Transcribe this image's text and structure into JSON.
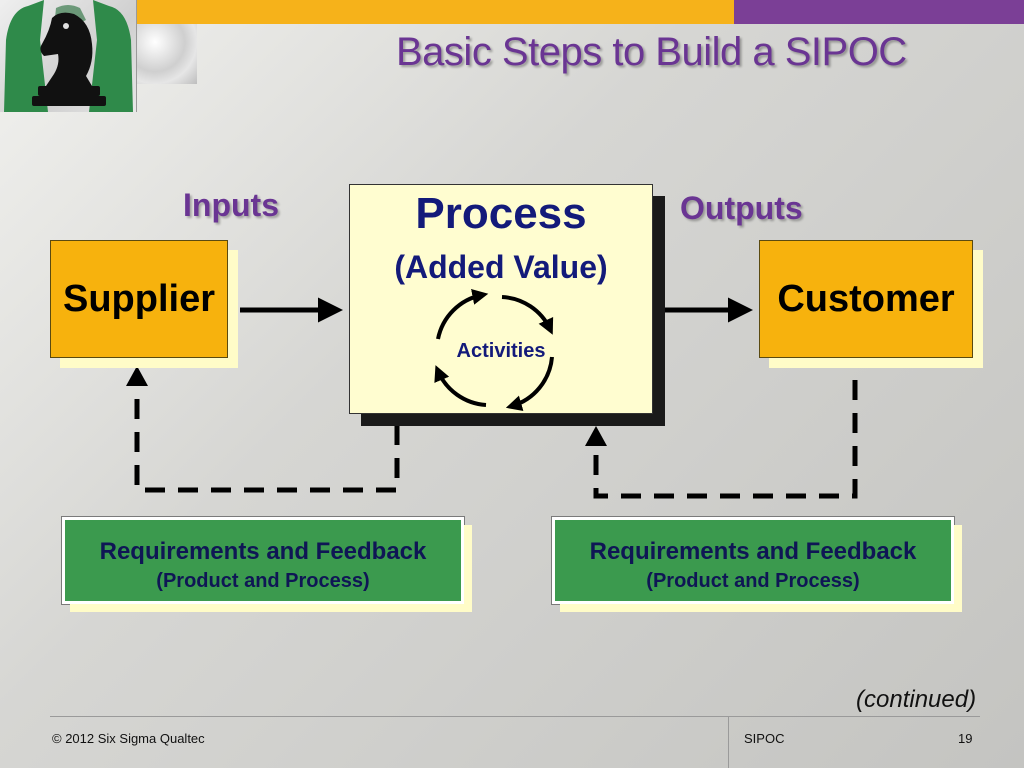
{
  "slide": {
    "title": "Basic Steps to Build a SIPOC",
    "inputs_label": "Inputs",
    "outputs_label": "Outputs",
    "supplier": "Supplier",
    "customer": "Customer",
    "process": {
      "title": "Process",
      "subtitle": "(Added Value)",
      "activities": "Activities"
    },
    "feedback_left": {
      "line1": "Requirements and Feedback",
      "line2": "(Product and Process)"
    },
    "feedback_right": {
      "line1": "Requirements and Feedback",
      "line2": "(Product and Process)"
    },
    "continued": "(continued)"
  },
  "footer": {
    "copyright": "© 2012 Six Sigma Qualtec",
    "section": "SIPOC",
    "page_number": "19"
  },
  "colors": {
    "title_purple": "#6a3593",
    "top_bar_gold": "#f6b21a",
    "top_bar_purple": "#7b3f96",
    "box_orange": "#f7b20d",
    "process_fill": "#fffdd0",
    "process_text": "#131a7a",
    "feedback_green": "#3b9a4e",
    "logo_green": "#2f8a4a"
  }
}
